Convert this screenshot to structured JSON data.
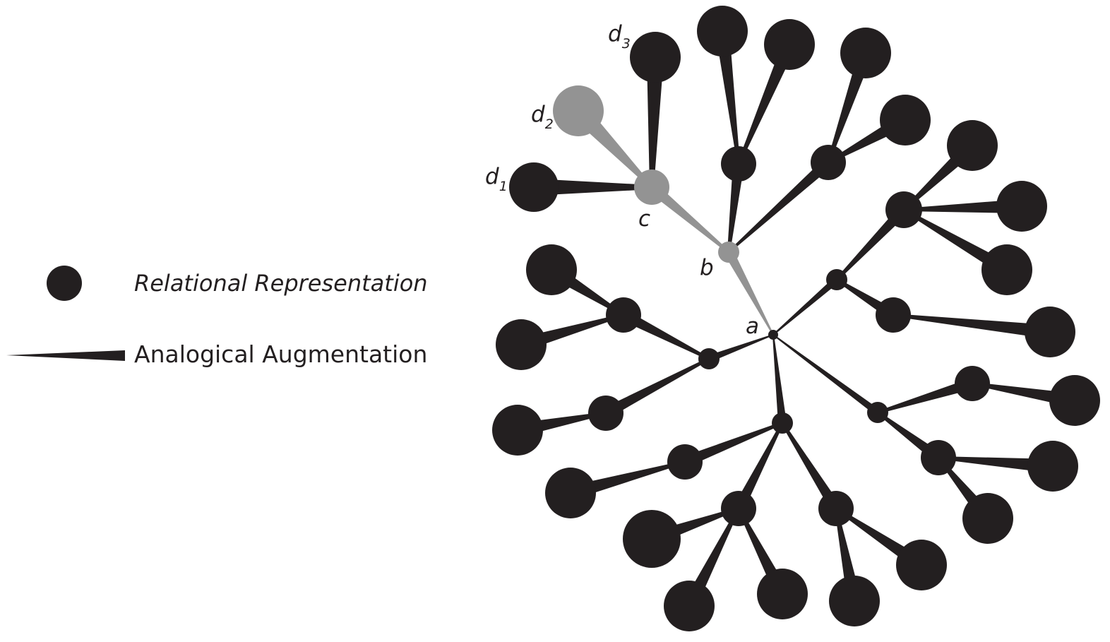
{
  "legend": {
    "relational_label": "Relational Representation",
    "analogical_label": "Analogical Augmentation"
  },
  "labels": {
    "a": "a",
    "b": "b",
    "c": "c",
    "d1": "d",
    "d1_sub": "1",
    "d2": "d",
    "d2_sub": "2",
    "d3": "d",
    "d3_sub": "3"
  },
  "colors": {
    "node_dark": "#231f20",
    "node_highlight": "#939393",
    "background": "#ffffff"
  }
}
